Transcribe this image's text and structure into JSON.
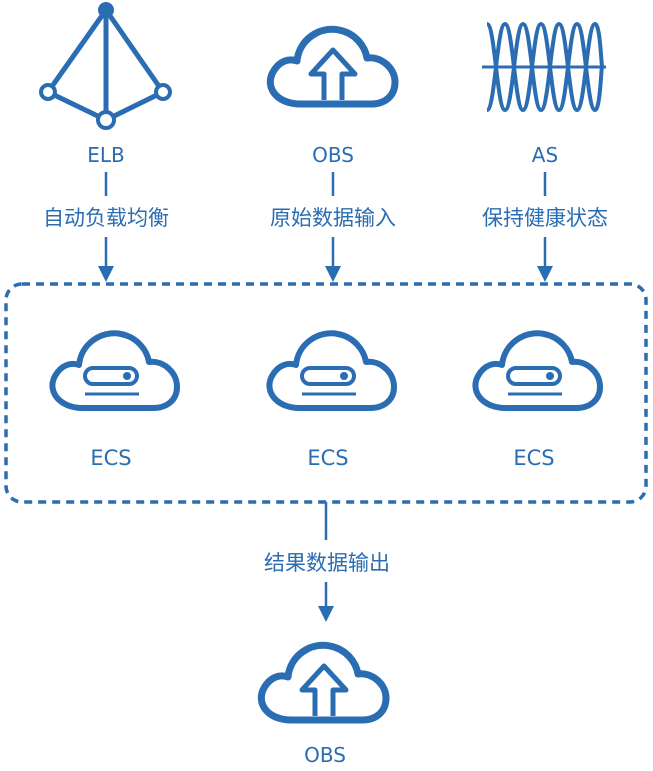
{
  "sources": [
    {
      "label": "ELB",
      "description": "自动负载均衡",
      "icon": "elb-icon"
    },
    {
      "label": "OBS",
      "description": "原始数据输入",
      "icon": "obs-upload-cloud-icon"
    },
    {
      "label": "AS",
      "description": "保持健康状态",
      "icon": "as-wave-icon"
    }
  ],
  "ecs_group": {
    "instances": [
      {
        "label": "ECS",
        "icon": "ecs-cloud-icon"
      },
      {
        "label": "ECS",
        "icon": "ecs-cloud-icon"
      },
      {
        "label": "ECS",
        "icon": "ecs-cloud-icon"
      }
    ]
  },
  "output": {
    "description": "结果数据输出",
    "label": "OBS",
    "icon": "obs-upload-cloud-icon"
  },
  "colors": {
    "primary": "#2a6db2"
  }
}
